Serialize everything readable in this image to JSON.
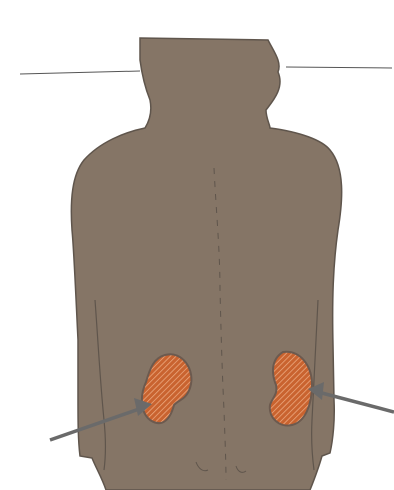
{
  "figure": {
    "subject": "posterior-torso-kidneys",
    "colors": {
      "background": "#ffffff",
      "skin": "#857566",
      "skin_outline": "#5f554c",
      "kidney_fill": "#c9632f",
      "kidney_hatch": "#f0b089",
      "kidney_outline": "#6c5a4f",
      "arrow": "#6a6a6a",
      "guide_line": "#555555"
    },
    "icons": {
      "body": "human-back-silhouette",
      "left_kidney": "kidney-shape",
      "right_kidney": "kidney-shape",
      "left_arrow": "arrow-pointer",
      "right_arrow": "arrow-pointer"
    }
  }
}
